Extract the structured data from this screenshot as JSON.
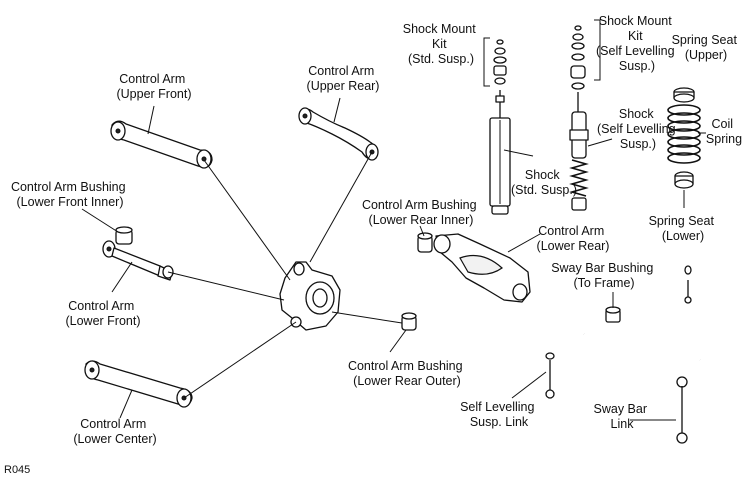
{
  "diagram_id": "R045",
  "labels": {
    "control_arm_upper_front": [
      "Control Arm",
      "(Upper Front)"
    ],
    "control_arm_upper_rear": [
      "Control Arm",
      "(Upper Rear)"
    ],
    "control_arm_bushing_lower_front_inner": [
      "Control Arm Bushing",
      "(Lower Front Inner)"
    ],
    "control_arm_lower_front": [
      "Control Arm",
      "(Lower Front)"
    ],
    "control_arm_lower_center": [
      "Control Arm",
      "(Lower Center)"
    ],
    "shock_mount_kit_std": [
      "Shock Mount",
      "Kit",
      "(Std. Susp.)"
    ],
    "shock_mount_kit_self": [
      "Shock Mount",
      "Kit",
      "(Self Levelling",
      "Susp.)"
    ],
    "spring_seat_upper": [
      "Spring Seat",
      "(Upper)"
    ],
    "coil_spring": [
      "Coil",
      "Spring"
    ],
    "shock_self": [
      "Shock",
      "(Self Levelling",
      "Susp.)"
    ],
    "shock_std": [
      "Shock",
      "(Std. Susp.)"
    ],
    "spring_seat_lower": [
      "Spring Seat",
      "(Lower)"
    ],
    "control_arm_bushing_lower_rear_inner": [
      "Control Arm Bushing",
      "(Lower Rear Inner)"
    ],
    "control_arm_lower_rear": [
      "Control Arm",
      "(Lower Rear)"
    ],
    "sway_bar_bushing": [
      "Sway Bar Bushing",
      "(To Frame)"
    ],
    "control_arm_bushing_lower_rear_outer": [
      "Control Arm Bushing",
      "(Lower Rear Outer)"
    ],
    "self_levelling_link": [
      "Self Levelling",
      "Susp. Link"
    ],
    "sway_bar_link": [
      "Sway Bar",
      "Link"
    ]
  }
}
